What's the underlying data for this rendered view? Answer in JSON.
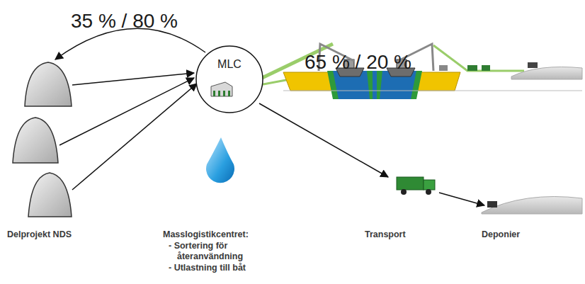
{
  "diagram": {
    "nodes": [
      {
        "text": [
          "MLC"
        ]
      }
    ],
    "labels": [
      "35 % / 80 %",
      "65 % / 20 %",
      "Delprojekt NDS",
      "Masslogistikcentret:",
      "- Sortering för återanvändning",
      "- Utlastning till båt",
      "Transport",
      "Deponier"
    ]
  }
}
